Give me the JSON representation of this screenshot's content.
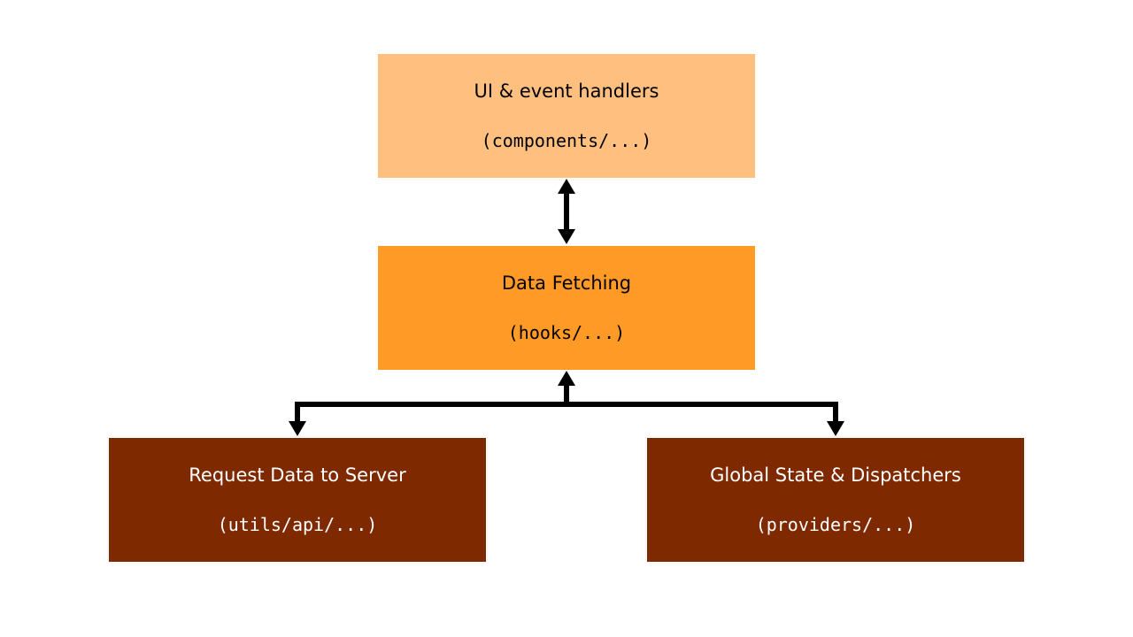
{
  "nodes": {
    "ui": {
      "title": "UI & event handlers",
      "path": "(components/...)",
      "fill": "#FFBF7F",
      "text_color": "#000000"
    },
    "fetch": {
      "title": "Data Fetching",
      "path": "(hooks/...)",
      "fill": "#FF9A26",
      "text_color": "#000000"
    },
    "request": {
      "title": "Request Data to Server",
      "path": "(utils/api/...)",
      "fill": "#7F2900",
      "text_color": "#FFFFFF"
    },
    "global": {
      "title": "Global State & Dispatchers",
      "path": "(providers/...)",
      "fill": "#7F2900",
      "text_color": "#FFFFFF"
    }
  },
  "connector_color": "#000000"
}
